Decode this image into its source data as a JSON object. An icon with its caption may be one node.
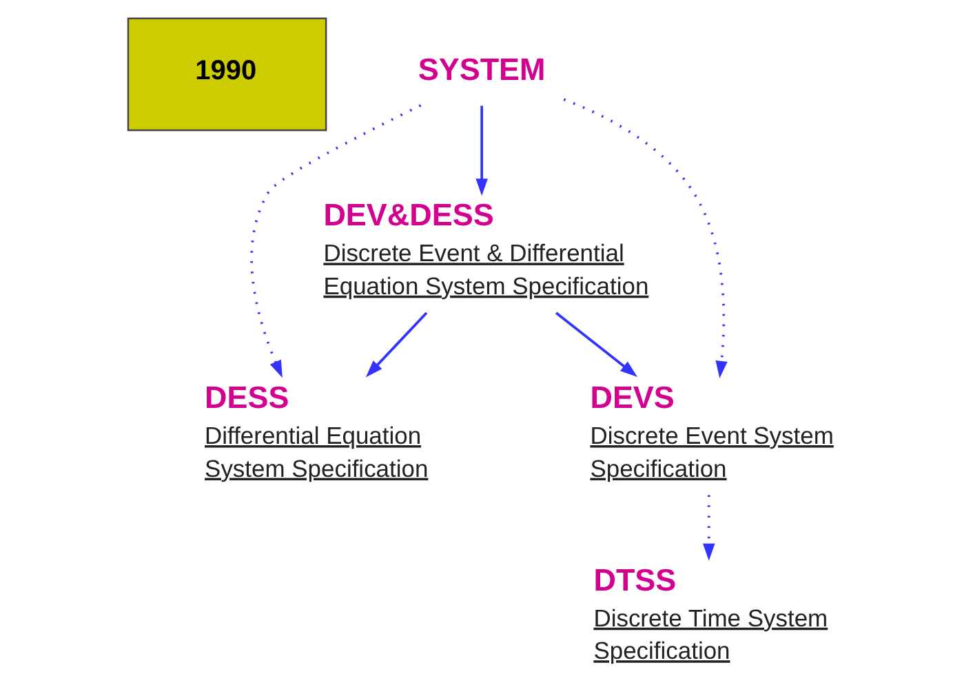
{
  "diagram": {
    "nodes": [
      {
        "text": [
          "1990"
        ]
      },
      {
        "text": [
          "SYSTEM"
        ]
      },
      {
        "text": [
          "DEV&DESS",
          "Discrete Event & Differential Equation System Specification"
        ]
      },
      {
        "text": [
          "DESS",
          "Differential Equation System Specification"
        ]
      },
      {
        "text": [
          "DEVS",
          "Discrete Event System Specification"
        ]
      },
      {
        "text": [
          "DTSS",
          "Discrete Time System Specification"
        ]
      }
    ],
    "edges": [
      {
        "from": 1,
        "to": 2,
        "arrow": "to"
      },
      {
        "from": 1,
        "to": 3,
        "arrow": "to",
        "style": "dashed"
      },
      {
        "from": 1,
        "to": 4,
        "arrow": "to",
        "style": "dashed"
      },
      {
        "from": 2,
        "to": 3,
        "arrow": "to"
      },
      {
        "from": 2,
        "to": 4,
        "arrow": "to"
      },
      {
        "from": 4,
        "to": 5,
        "arrow": "to",
        "style": "dashed"
      }
    ]
  }
}
